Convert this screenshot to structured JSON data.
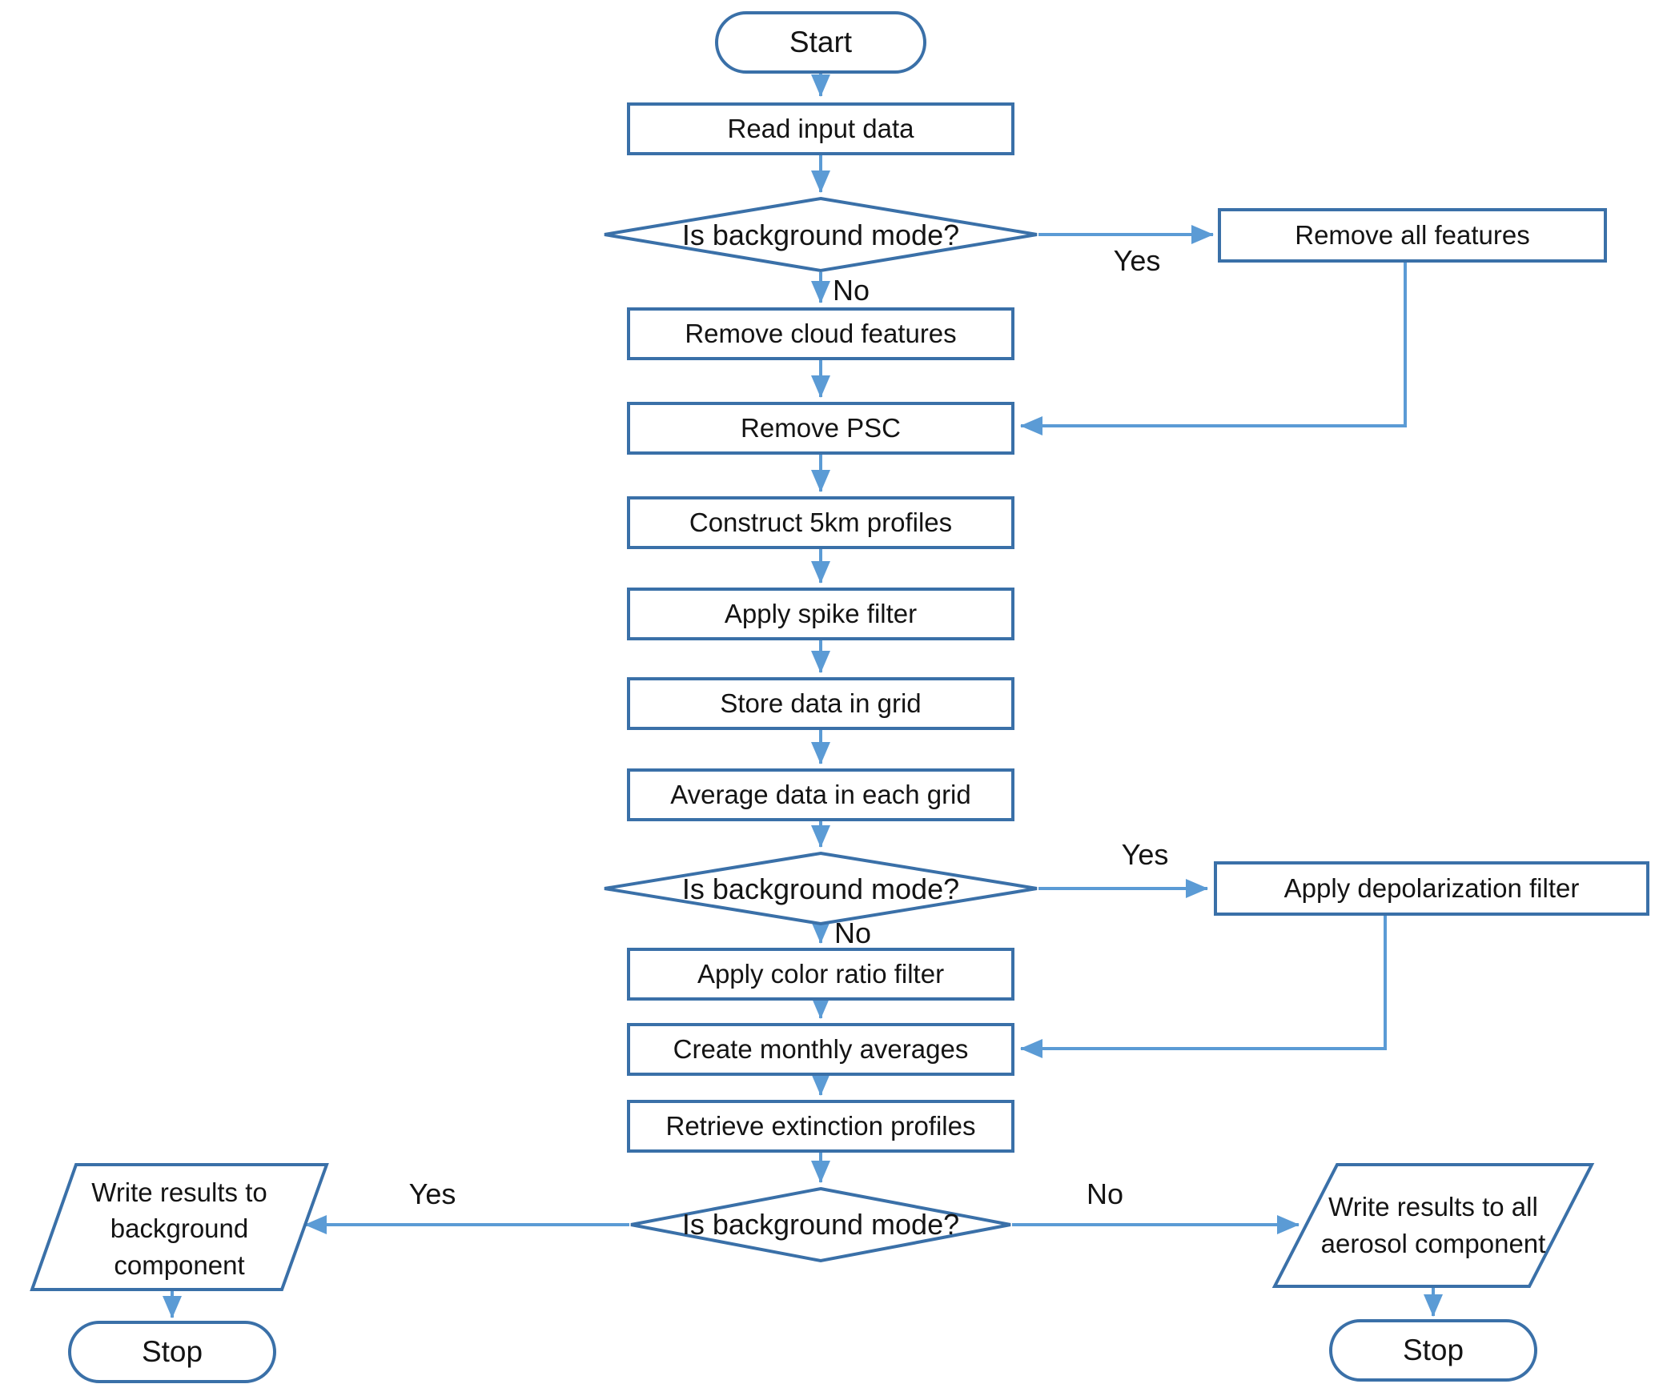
{
  "nodes": {
    "start": {
      "label": "Start",
      "type": "terminator"
    },
    "read_input": {
      "label": "Read input data",
      "type": "process"
    },
    "decision1": {
      "label": "Is background mode?",
      "type": "decision"
    },
    "remove_all": {
      "label": "Remove all features",
      "type": "process"
    },
    "remove_cloud": {
      "label": "Remove cloud features",
      "type": "process"
    },
    "remove_psc": {
      "label": "Remove PSC",
      "type": "process"
    },
    "construct_5km": {
      "label": "Construct 5km profiles",
      "type": "process"
    },
    "apply_spike": {
      "label": "Apply spike filter",
      "type": "process"
    },
    "store_data": {
      "label": "Store data in grid",
      "type": "process"
    },
    "average_data": {
      "label": "Average data in each grid",
      "type": "process"
    },
    "decision2": {
      "label": "Is background mode?",
      "type": "decision"
    },
    "apply_depol": {
      "label": "Apply depolarization filter",
      "type": "process"
    },
    "apply_color": {
      "label": "Apply color ratio filter",
      "type": "process"
    },
    "create_monthly": {
      "label": "Create monthly averages",
      "type": "process"
    },
    "retrieve_ext": {
      "label": "Retrieve extinction profiles",
      "type": "process"
    },
    "decision3": {
      "label": "Is background mode?",
      "type": "decision"
    },
    "write_background": {
      "label": "Write results to background component",
      "type": "data"
    },
    "write_aerosol": {
      "label": "Write results to all aerosol component",
      "type": "data"
    },
    "stop_left": {
      "label": "Stop",
      "type": "terminator"
    },
    "stop_right": {
      "label": "Stop",
      "type": "terminator"
    }
  },
  "edge_labels": {
    "yes1": "Yes",
    "no1": "No",
    "yes2": "Yes",
    "no2": "No",
    "yes3": "Yes",
    "no3": "No"
  },
  "edges": [
    {
      "from": "start",
      "to": "read_input",
      "label": ""
    },
    {
      "from": "read_input",
      "to": "decision1",
      "label": ""
    },
    {
      "from": "decision1",
      "to": "remove_all",
      "label": "Yes"
    },
    {
      "from": "decision1",
      "to": "remove_cloud",
      "label": "No"
    },
    {
      "from": "remove_all",
      "to": "remove_psc",
      "label": ""
    },
    {
      "from": "remove_cloud",
      "to": "remove_psc",
      "label": ""
    },
    {
      "from": "remove_psc",
      "to": "construct_5km",
      "label": ""
    },
    {
      "from": "construct_5km",
      "to": "apply_spike",
      "label": ""
    },
    {
      "from": "apply_spike",
      "to": "store_data",
      "label": ""
    },
    {
      "from": "store_data",
      "to": "average_data",
      "label": ""
    },
    {
      "from": "average_data",
      "to": "decision2",
      "label": ""
    },
    {
      "from": "decision2",
      "to": "apply_depol",
      "label": "Yes"
    },
    {
      "from": "decision2",
      "to": "apply_color",
      "label": "No"
    },
    {
      "from": "apply_depol",
      "to": "create_monthly",
      "label": ""
    },
    {
      "from": "apply_color",
      "to": "create_monthly",
      "label": ""
    },
    {
      "from": "create_monthly",
      "to": "retrieve_ext",
      "label": ""
    },
    {
      "from": "retrieve_ext",
      "to": "decision3",
      "label": ""
    },
    {
      "from": "decision3",
      "to": "write_background",
      "label": "Yes"
    },
    {
      "from": "decision3",
      "to": "write_aerosol",
      "label": "No"
    },
    {
      "from": "write_background",
      "to": "stop_left",
      "label": ""
    },
    {
      "from": "write_aerosol",
      "to": "stop_right",
      "label": ""
    }
  ],
  "colors": {
    "shape_stroke": "#3A70A8",
    "arrow": "#5B9BD5",
    "text": "#141414",
    "background": "#FFFFFF"
  }
}
